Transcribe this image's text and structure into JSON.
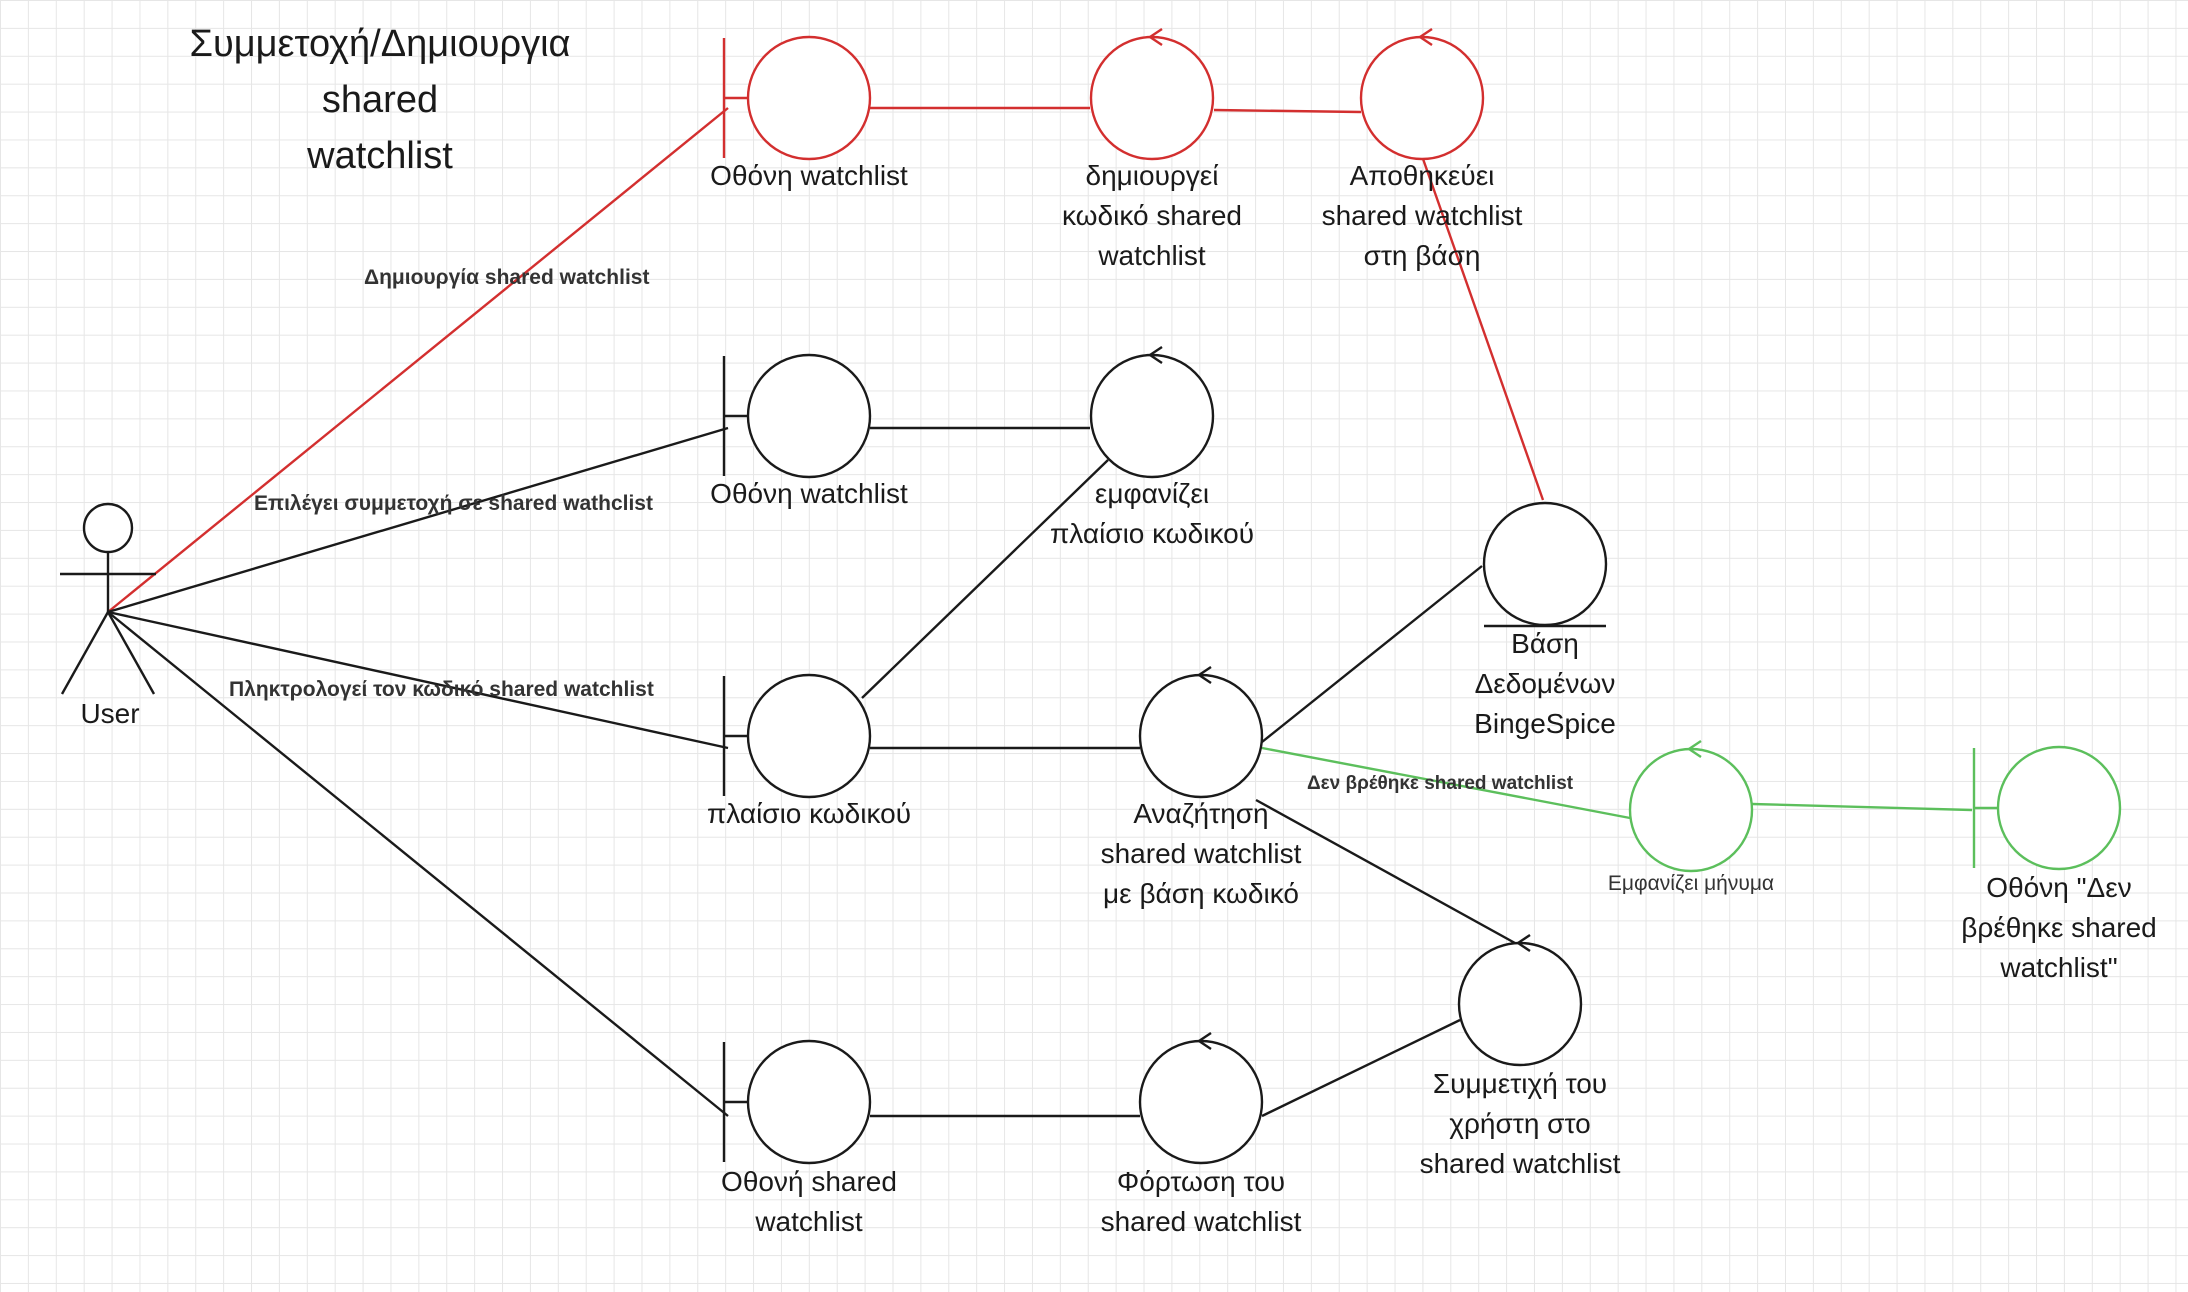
{
  "title": [
    "Συμμετοχή/Δημιουργια",
    "shared",
    "watchlist"
  ],
  "actor": {
    "label": "User"
  },
  "colors": {
    "black": "#1a1a1a",
    "red": "#d32f2f",
    "green": "#5cbf5c"
  },
  "nodes": {
    "screen1": [
      "Οθόνη watchlist"
    ],
    "create_code": [
      "δημιουργεί",
      "κωδικό shared",
      "watchlist"
    ],
    "store": [
      "Αποθηκεύει",
      "shared watchlist",
      "στη βάση"
    ],
    "screen2": [
      "Οθόνη watchlist"
    ],
    "show_box": [
      "εμφανίζει",
      "πλαίσιο κωδικού"
    ],
    "code_box": [
      "πλαίσιο κωδικού"
    ],
    "search": [
      "Αναζήτηση",
      "shared watchlist",
      "με βάση κωδικό"
    ],
    "database": [
      "Βάση",
      "Δεδομένων",
      "BingeSpice"
    ],
    "show_msg": [
      "Εμφανίζει μήνυμα"
    ],
    "not_found_screen": [
      "Οθόνη \"Δεν",
      "βρέθηκε shared",
      "watchlist\""
    ],
    "join": [
      "Συμμετιχή του",
      "χρήστη στο",
      "shared watchlist"
    ],
    "shared_screen": [
      "Οθονή shared",
      "watchlist"
    ],
    "load": [
      "Φόρτωση του",
      "shared watchlist"
    ]
  },
  "edges": {
    "create": "Δημιουργία shared watchlist",
    "select_join": "Επιλέγει  συμμετοχή σε shared wathclist",
    "type_code": "Πληκτρολογεί τον κωδικό shared watchlist",
    "not_found": "Δεν βρέθηκε shared watchlist"
  }
}
